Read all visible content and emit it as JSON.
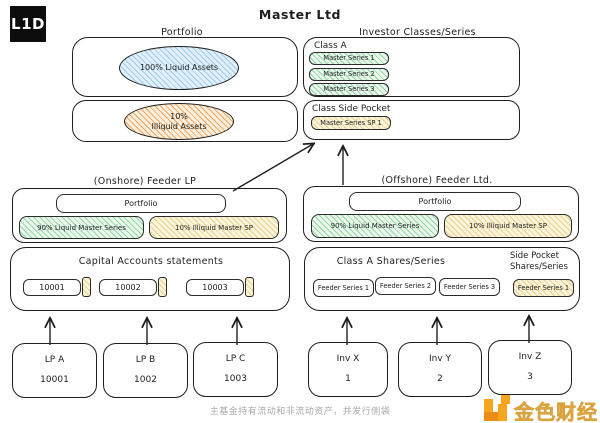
{
  "logo": "L1D",
  "title": "Master Ltd",
  "master": {
    "portfolio_label": "Portfolio",
    "liquid_ellipse": "100% Liquid Assets",
    "illiquid_line1": "10%",
    "illiquid_line2": "Illiquid Assets",
    "investor_label": "Investor Classes/Series",
    "class_a_label": "Class A",
    "master_series": [
      "Master Series 1",
      "Master Series 2",
      "Master Series 3"
    ],
    "side_pocket_label": "Class Side Pocket",
    "side_pocket_series": "Master Series SP 1"
  },
  "onshore": {
    "label": "(Onshore) Feeder LP",
    "portfolio": "Portfolio",
    "liquid": "90% Liquid Master Series",
    "illiquid": "10% Illiquid Master SP"
  },
  "offshore": {
    "label": "(Offshore) Feeder Ltd.",
    "portfolio": "Portfolio",
    "liquid": "90% Liquid Master Series",
    "illiquid": "10% Illiquid Master SP"
  },
  "capital_accounts": {
    "title": "Capital Accounts statements",
    "accounts": [
      "10001",
      "10002",
      "10003"
    ]
  },
  "shares": {
    "class_a_title": "Class A Shares/Series",
    "side_pocket_title_line1": "Side Pocket",
    "side_pocket_title_line2": "Shares/Series",
    "feeder_series": [
      "Feeder Series 1",
      "Feeder Series 2",
      "Feeder Series 3"
    ],
    "side_pocket_series": "Feeder Series 1"
  },
  "investors": [
    {
      "name": "LP A",
      "num": "10001"
    },
    {
      "name": "LP B",
      "num": "1002"
    },
    {
      "name": "LP C",
      "num": "1003"
    },
    {
      "name": "Inv X",
      "num": "1"
    },
    {
      "name": "Inv Y",
      "num": "2"
    },
    {
      "name": "Inv Z",
      "num": "3"
    }
  ],
  "footer": {
    "caption": "主基金持有流动和非流动资产，并发行侧袋",
    "watermark": "金色财经"
  },
  "colors": {
    "liquid_blue": "#9ecbeb",
    "illiquid_orange": "#eaa96a",
    "series_green": "#97d6a2",
    "side_pocket_yellow": "#e6d28f",
    "watermark_orange": "#f6a51f",
    "ink": "#1e1e1e"
  }
}
